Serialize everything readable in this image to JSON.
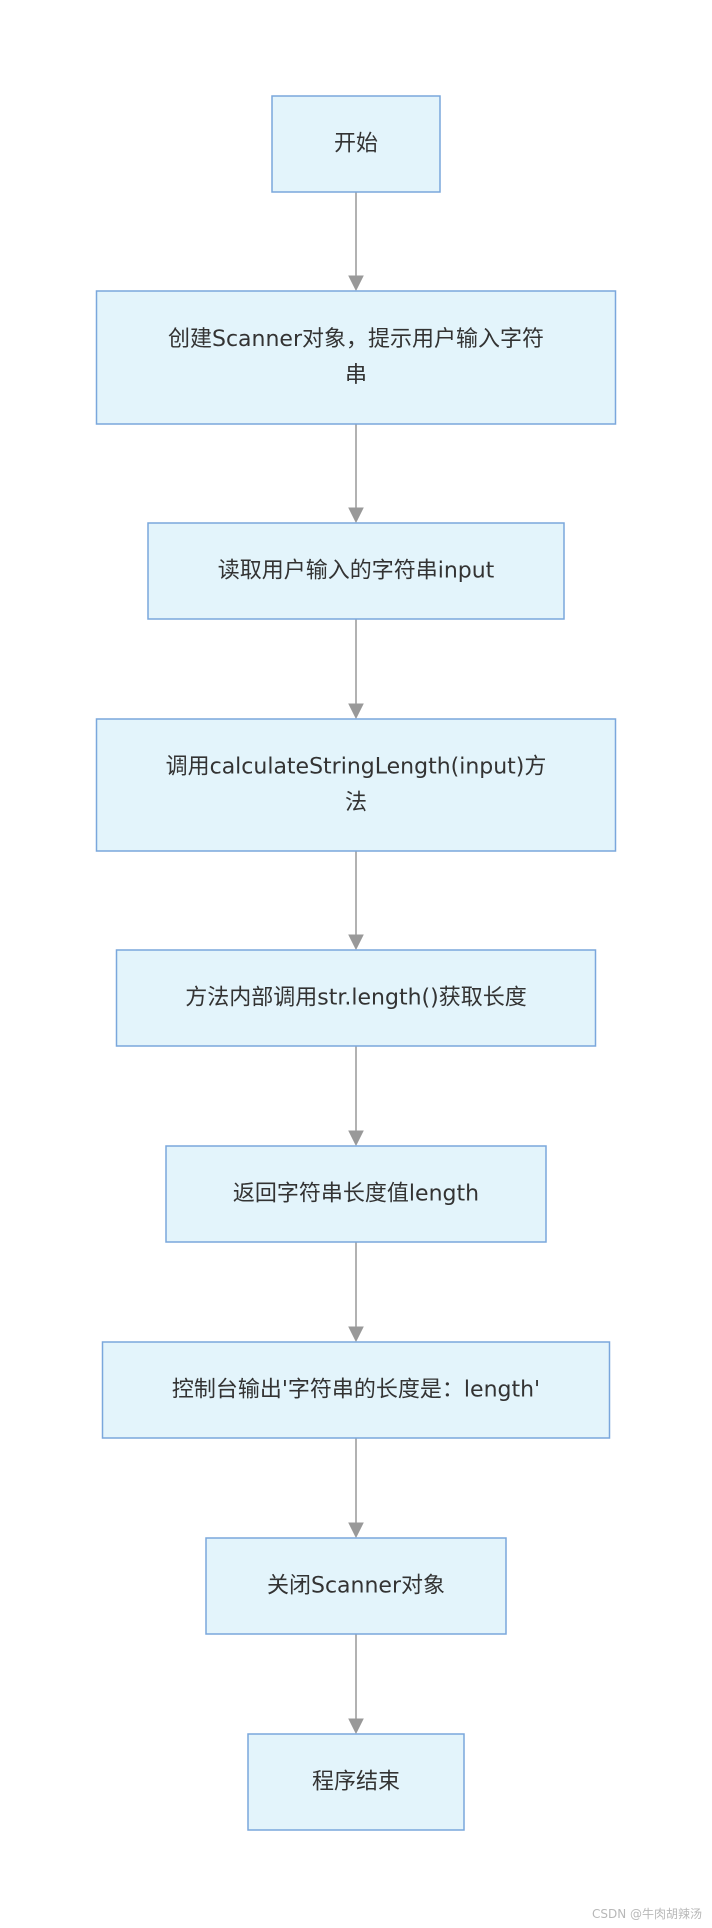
{
  "flowchart": {
    "nodes": [
      {
        "id": "start",
        "lines": [
          "开始"
        ]
      },
      {
        "id": "create-scanner",
        "lines": [
          "创建Scanner对象，提示用户输入字符",
          "串"
        ]
      },
      {
        "id": "read-input",
        "lines": [
          "读取用户输入的字符串input"
        ]
      },
      {
        "id": "call-method",
        "lines": [
          "调用calculateStringLength(input)方",
          "法"
        ]
      },
      {
        "id": "get-length",
        "lines": [
          "方法内部调用str.length()获取长度"
        ]
      },
      {
        "id": "return-length",
        "lines": [
          "返回字符串长度值length"
        ]
      },
      {
        "id": "console-output",
        "lines": [
          "控制台输出'字符串的长度是：length'"
        ]
      },
      {
        "id": "close-scanner",
        "lines": [
          "关闭Scanner对象"
        ]
      },
      {
        "id": "end",
        "lines": [
          "程序结束"
        ]
      }
    ],
    "edges": [
      {
        "from": "start",
        "to": "create-scanner"
      },
      {
        "from": "create-scanner",
        "to": "read-input"
      },
      {
        "from": "read-input",
        "to": "call-method"
      },
      {
        "from": "call-method",
        "to": "get-length"
      },
      {
        "from": "get-length",
        "to": "return-length"
      },
      {
        "from": "return-length",
        "to": "console-output"
      },
      {
        "from": "console-output",
        "to": "close-scanner"
      },
      {
        "from": "close-scanner",
        "to": "end"
      }
    ]
  },
  "watermark": {
    "text": "CSDN @牛肉胡辣汤"
  }
}
